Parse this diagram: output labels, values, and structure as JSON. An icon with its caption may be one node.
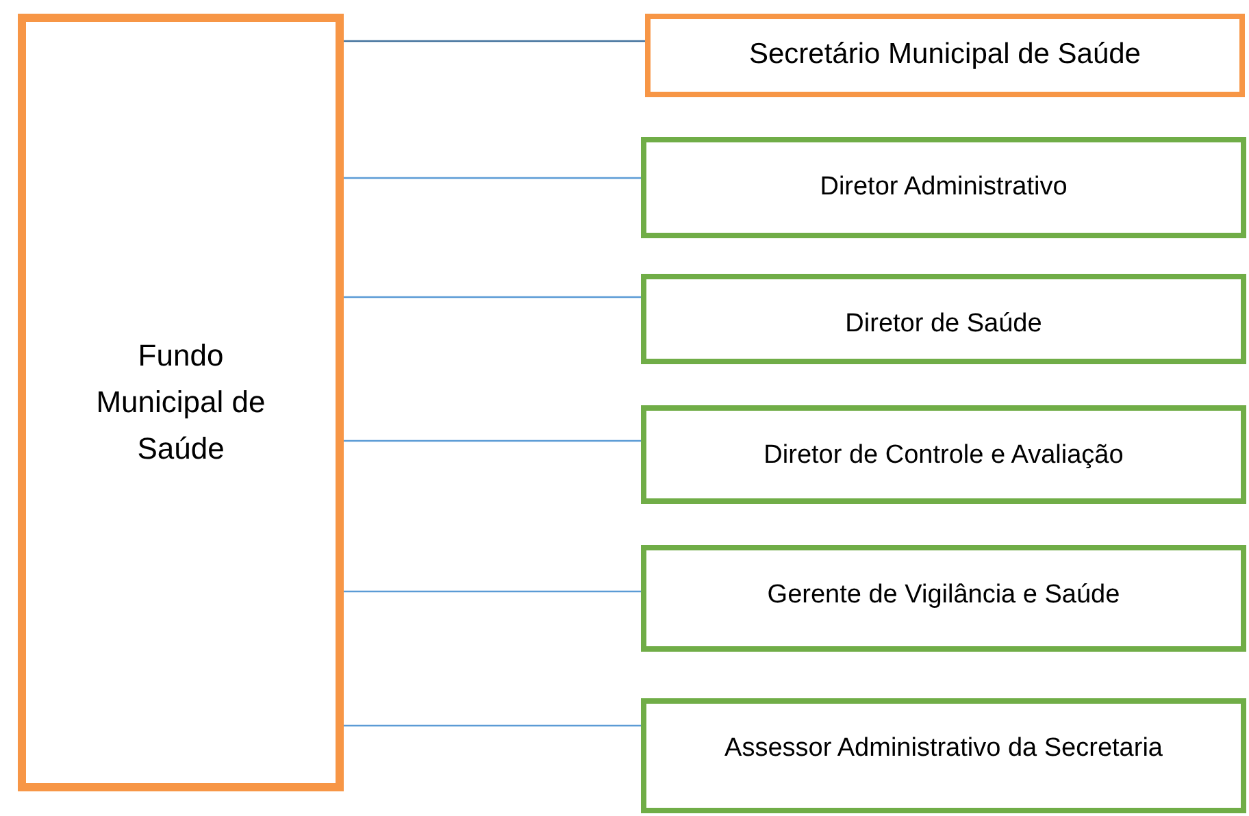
{
  "diagram": {
    "nodes": [
      {
        "text": [
          "Fundo Municipal de Saúde"
        ]
      },
      {
        "text": [
          "Secretário Municipal de Saúde"
        ]
      },
      {
        "text": [
          "Diretor Administrativo"
        ]
      },
      {
        "text": [
          "Diretor de Saúde"
        ]
      },
      {
        "text": [
          "Diretor de Controle e Avaliação"
        ]
      },
      {
        "text": [
          "Gerente de Vigilância e Saúde"
        ]
      },
      {
        "text": [
          "Assessor Administrativo da Secretaria"
        ]
      }
    ],
    "edges": [
      {
        "from": 0,
        "to": 1,
        "arrow": "none",
        "color": "#41719c"
      },
      {
        "from": 0,
        "to": 2,
        "arrow": "none"
      },
      {
        "from": 0,
        "to": 3,
        "arrow": "none"
      },
      {
        "from": 0,
        "to": 4,
        "arrow": "none"
      },
      {
        "from": 0,
        "to": 5,
        "arrow": "none"
      },
      {
        "from": 0,
        "to": 6,
        "arrow": "none"
      }
    ]
  }
}
